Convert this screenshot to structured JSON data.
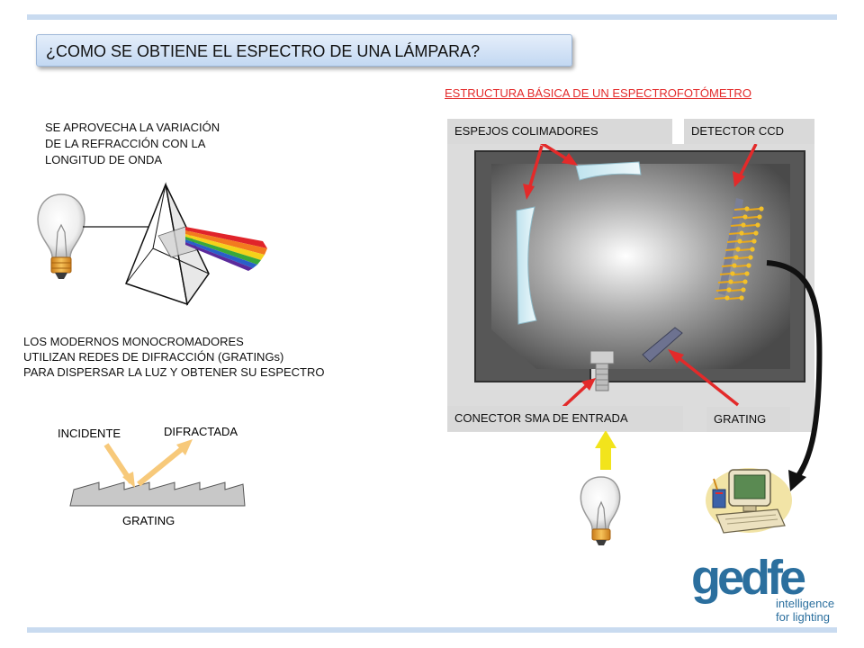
{
  "slide": {
    "title": "¿COMO SE OBTIENE EL ESPECTRO DE UNA LÁMPARA?",
    "spectro_heading": "ESTRUCTURA BÁSICA DE UN ESPECTROFOTÓMETRO",
    "prism_text": [
      "SE APROVECHA LA VARIACIÓN",
      "DE LA REFRACCIÓN CON LA",
      "LONGITUD DE ONDA"
    ],
    "mono_text": [
      "LOS MODERNOS MONOCROMADORES",
      "UTILIZAN REDES DE DIFRACCIÓN (GRATINGs)",
      "PARA DISPERSAR LA LUZ Y OBTENER SU ESPECTRO"
    ],
    "grating_diagram": {
      "incident": "INCIDENTE",
      "diffracted": "DIFRACTADA",
      "grating": "GRATING"
    },
    "spectro_labels": {
      "mirrors": "ESPEJOS COLIMADORES",
      "detector": "DETECTOR CCD",
      "connector": "CONECTOR SMA DE ENTRADA",
      "grating": "GRATING"
    },
    "logo": {
      "brand": "gedfe",
      "tagline_1": "intelligence",
      "tagline_2": "for lighting",
      "color": "#2b6f9e"
    },
    "colors": {
      "accent_red": "#e32a2a",
      "title_bg": "#c3d8f2",
      "rule": "#c9dbf0",
      "arrow_yellow": "#f2e41c"
    }
  }
}
